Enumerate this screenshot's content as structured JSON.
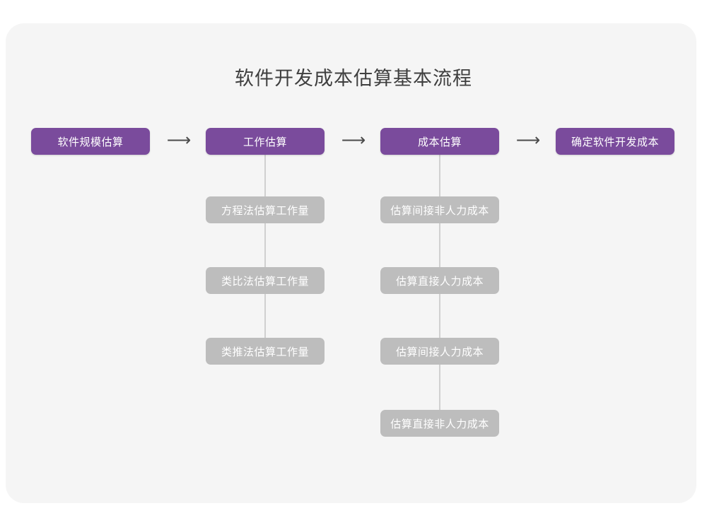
{
  "page": {
    "title": "软件开发成本估算基本流程",
    "background_color": "#ffffff",
    "card_color": "#f5f5f5"
  },
  "colors": {
    "primary": "#7a4b9c",
    "secondary": "#bdbdbd",
    "connector": "#d0d0d0",
    "title_text": "#3f3f3f",
    "node_text": "#ffffff",
    "arrow": "#4a4a4a"
  },
  "chart_data": {
    "type": "diagram",
    "title": "软件开发成本估算基本流程",
    "layout": "horizontal-flow-with-vertical-branches",
    "main_flow": [
      {
        "id": "step1",
        "label": "软件规模估算",
        "children": []
      },
      {
        "id": "step2",
        "label": "工作估算",
        "children": [
          "方程法估算工作量",
          "类比法估算工作量",
          "类推法估算工作量"
        ]
      },
      {
        "id": "step3",
        "label": "成本估算",
        "children": [
          "估算间接非人力成本",
          "估算直接人力成本",
          "估算间接人力成本",
          "估算直接非人力成本"
        ]
      },
      {
        "id": "step4",
        "label": "确定软件开发成本",
        "children": []
      }
    ],
    "connectors": [
      {
        "from": "step1",
        "to": "step2",
        "glyph": "⟶"
      },
      {
        "from": "step2",
        "to": "step3",
        "glyph": "⟶"
      },
      {
        "from": "step3",
        "to": "step4",
        "glyph": "⟶"
      }
    ]
  },
  "flow": {
    "steps": [
      {
        "label": "软件规模估算"
      },
      {
        "label": "工作估算"
      },
      {
        "label": "成本估算"
      },
      {
        "label": "确定软件开发成本"
      }
    ],
    "arrows": [
      {
        "glyph": "⟶"
      },
      {
        "glyph": "⟶"
      },
      {
        "glyph": "⟶"
      }
    ],
    "branch_effort": [
      {
        "label": "方程法估算工作量"
      },
      {
        "label": "类比法估算工作量"
      },
      {
        "label": "类推法估算工作量"
      }
    ],
    "branch_cost": [
      {
        "label": "估算间接非人力成本"
      },
      {
        "label": "估算直接人力成本"
      },
      {
        "label": "估算间接人力成本"
      },
      {
        "label": "估算直接非人力成本"
      }
    ]
  }
}
